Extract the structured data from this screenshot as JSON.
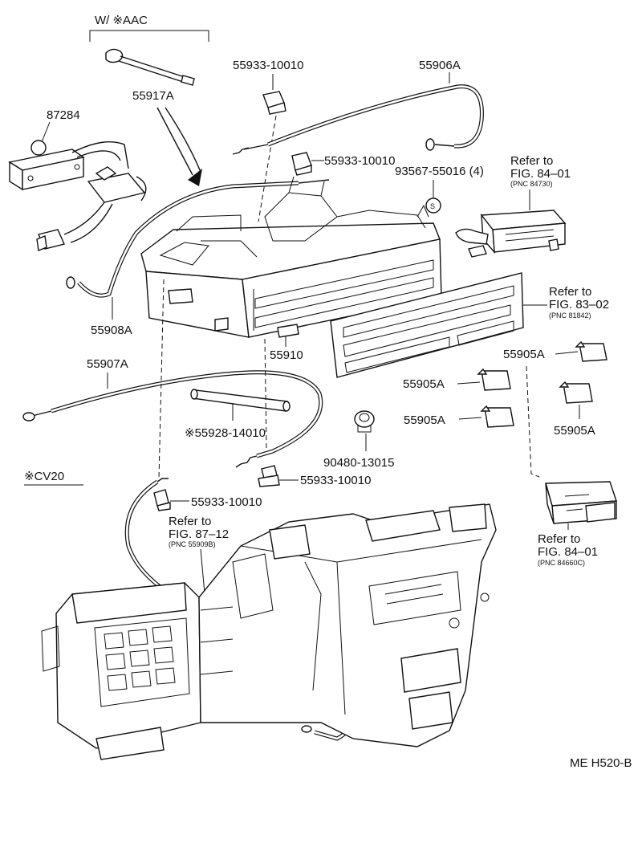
{
  "variant_label": "W/ ※AAC",
  "cv20_label": "※CV20",
  "drawing_code": "ME H520-B",
  "parts": {
    "p55917A": "55917A",
    "p87284": "87284",
    "p55933_top": "55933-10010",
    "p55906A": "55906A",
    "p55933_mid": "55933-10010",
    "p93567": "93567-55016 (4)",
    "p55908A": "55908A",
    "p55910": "55910",
    "p55907A": "55907A",
    "p55928": "※55928-14010",
    "p55905A_1": "55905A",
    "p55905A_2": "55905A",
    "p55905A_3": "55905A",
    "p55905A_4": "55905A",
    "p90480": "90480-13015",
    "p55933_low": "55933-10010",
    "p55933_left": "55933-10010"
  },
  "refs": {
    "r1": {
      "line1": "Refer to",
      "line2": "FIG. 84–01",
      "pnc": "(PNC 84730)"
    },
    "r2": {
      "line1": "Refer to",
      "line2": "FIG. 83–02",
      "pnc": "(PNC 81842)"
    },
    "r3": {
      "line1": "Refer to",
      "line2": "FIG. 87–12",
      "pnc": "(PNC 55909B)"
    },
    "r4": {
      "line1": "Refer to",
      "line2": "FIG. 84–01",
      "pnc": "(PNC 84660C)"
    }
  },
  "circled_mark": "S"
}
